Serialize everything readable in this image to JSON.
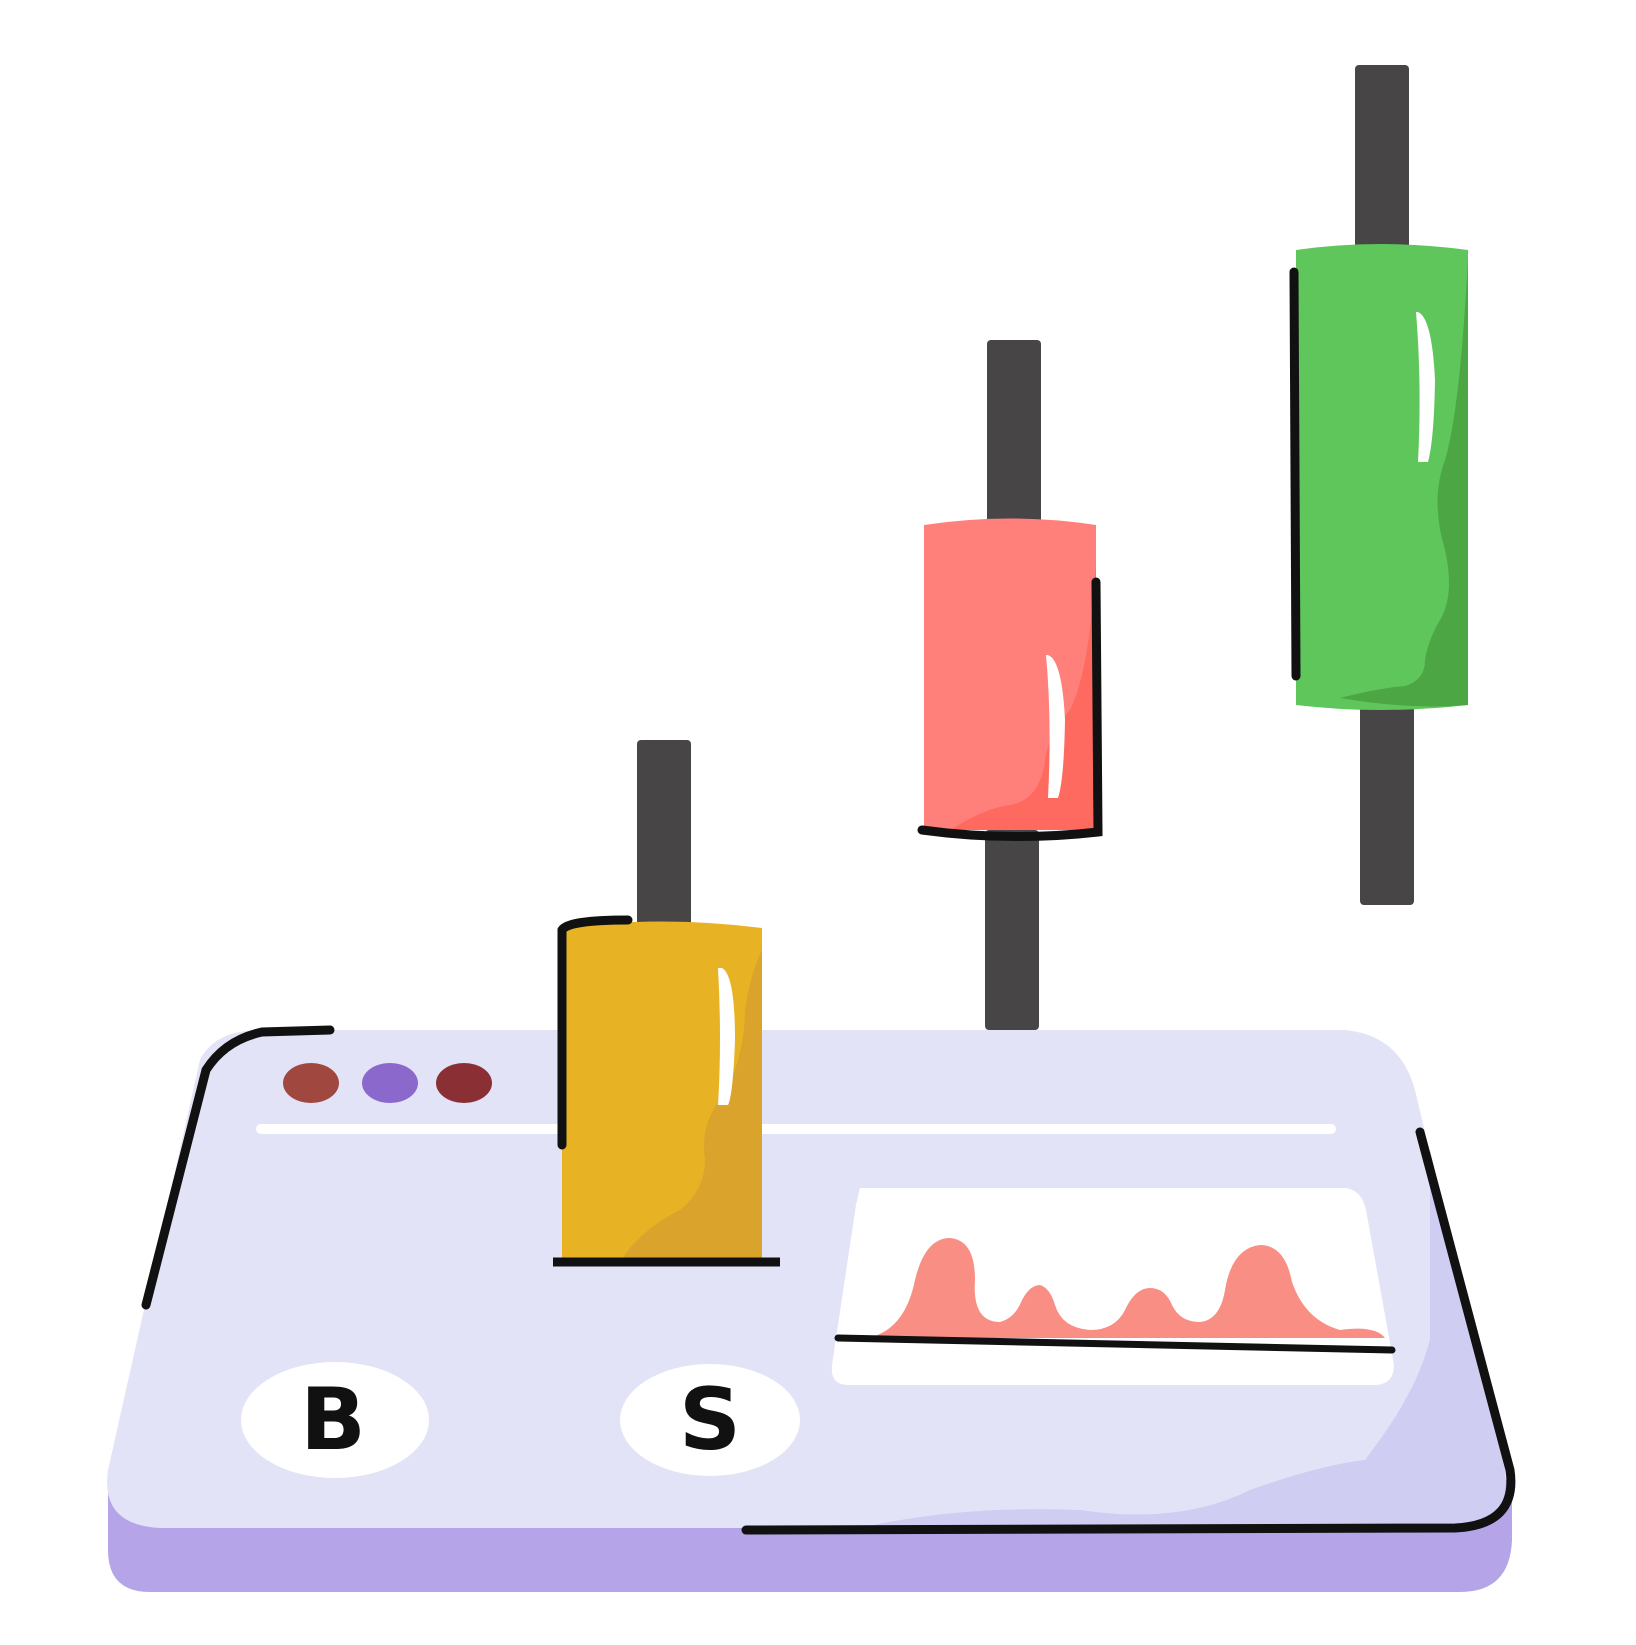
{
  "colors": {
    "panel_face": "#E3E3F8",
    "panel_base": "#B5A5E8",
    "panel_shadow": "#CFCDF2",
    "outline": "#111111",
    "wick": "#484546",
    "candle_yellow": "#E8B225",
    "candle_red": "#FF7F7B",
    "candle_green": "#5FC65C",
    "area_fill": "#F98E84",
    "dot_red": "#A04840",
    "dot_purple": "#8A68CC",
    "dot_maroon": "#8A3035"
  },
  "window": {
    "dots": [
      {
        "name": "dot-red",
        "color_key": "dot_red"
      },
      {
        "name": "dot-purple",
        "color_key": "dot_purple"
      },
      {
        "name": "dot-maroon",
        "color_key": "dot_maroon"
      }
    ]
  },
  "candles": [
    {
      "name": "candle-yellow",
      "color_key": "candle_yellow"
    },
    {
      "name": "candle-red",
      "color_key": "candle_red"
    },
    {
      "name": "candle-green",
      "color_key": "candle_green"
    }
  ],
  "buttons": {
    "buy_label": "B",
    "sell_label": "S"
  },
  "mini_chart": {
    "icon": "area-chart-icon"
  }
}
